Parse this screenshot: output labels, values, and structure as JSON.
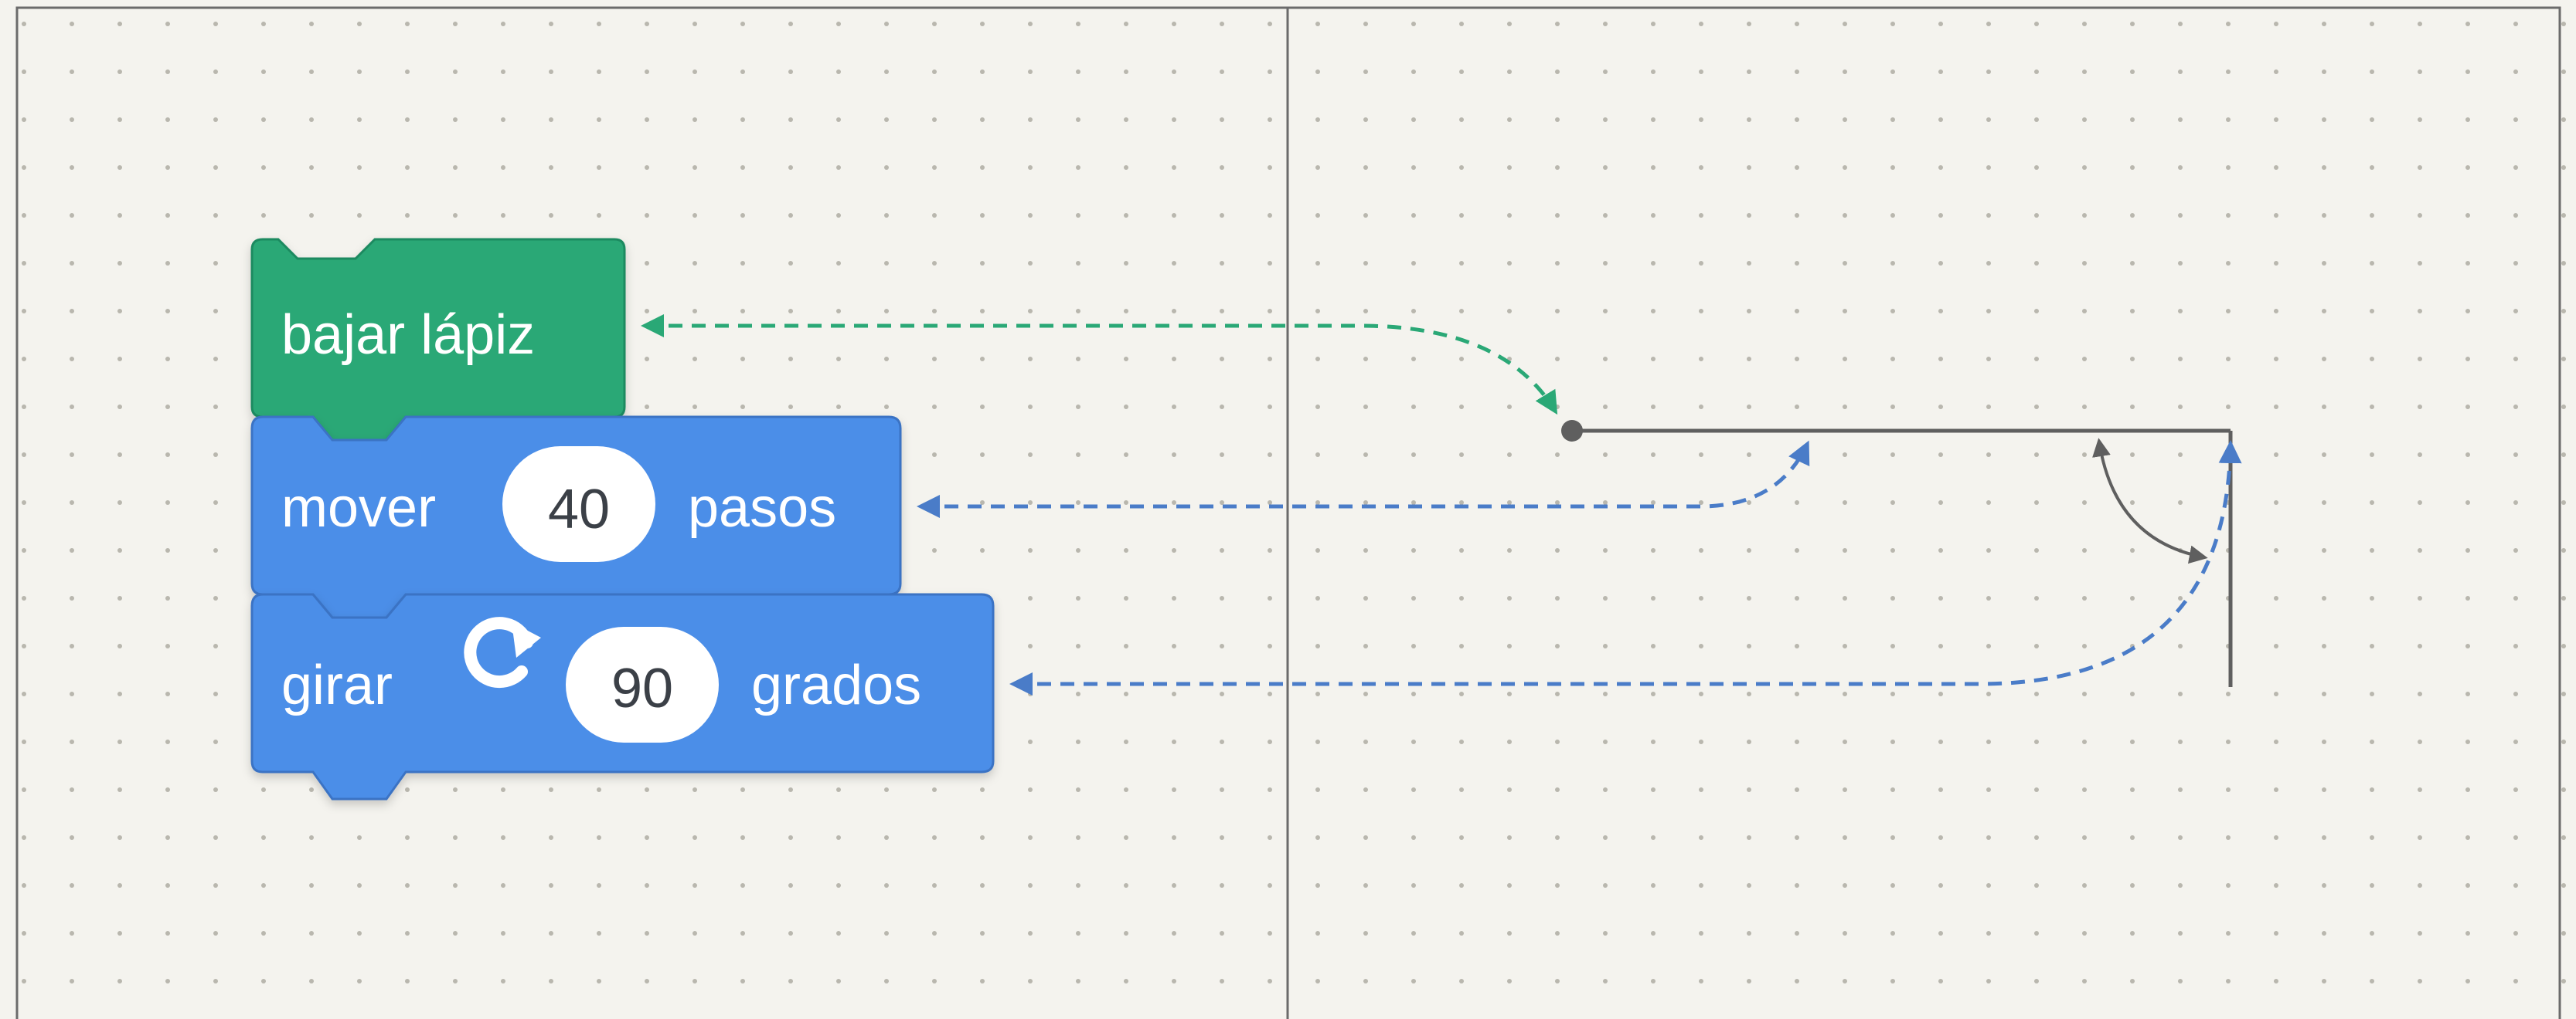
{
  "blocks": {
    "pen_down": {
      "label": "bajar lápiz"
    },
    "move": {
      "prefix": "mover",
      "value": "40",
      "suffix": "pasos"
    },
    "turn": {
      "prefix": "girar",
      "value": "90",
      "suffix": "grados",
      "icon": "rotate-clockwise-icon"
    }
  },
  "colors": {
    "background": "#f4f3ee",
    "pen_block": "#2aa876",
    "motion_block": "#4c8ee8",
    "drawn_path": "#5f5f5f",
    "frame": "#6b6b6b"
  }
}
